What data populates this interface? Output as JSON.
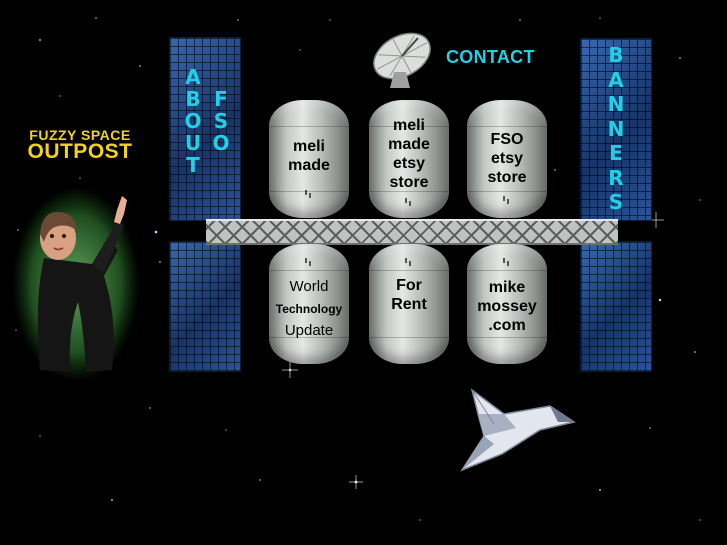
{
  "logo": {
    "line1": "FUZZY SPACE",
    "line2": "OUTPOST"
  },
  "nav": {
    "about": {
      "col1": [
        "A",
        "B",
        "O",
        "U",
        "T"
      ],
      "col2": [
        "F",
        "S",
        "O"
      ]
    },
    "contact": "CONTACT",
    "banners": [
      "B",
      "A",
      "N",
      "N",
      "E",
      "R",
      "S"
    ]
  },
  "tanks_top": [
    {
      "lines": [
        "meli",
        "made"
      ]
    },
    {
      "lines": [
        "meli",
        "made",
        "etsy",
        "store"
      ]
    },
    {
      "lines": [
        "FSO",
        "etsy",
        "store"
      ]
    }
  ],
  "tanks_bottom": [
    {
      "lines": [
        "World",
        "Technology",
        "Update"
      ]
    },
    {
      "lines": [
        "For",
        "Rent"
      ]
    },
    {
      "lines": [
        "mike",
        "mossey",
        ".com"
      ]
    }
  ],
  "icons": {
    "astronaut": "astronaut-pointing-image",
    "dish": "satellite-dish-icon",
    "shuttle": "space-shuttle-icon"
  },
  "colors": {
    "accent": "#22d0e6",
    "logo": "#f2d21e",
    "background": "#000000"
  }
}
